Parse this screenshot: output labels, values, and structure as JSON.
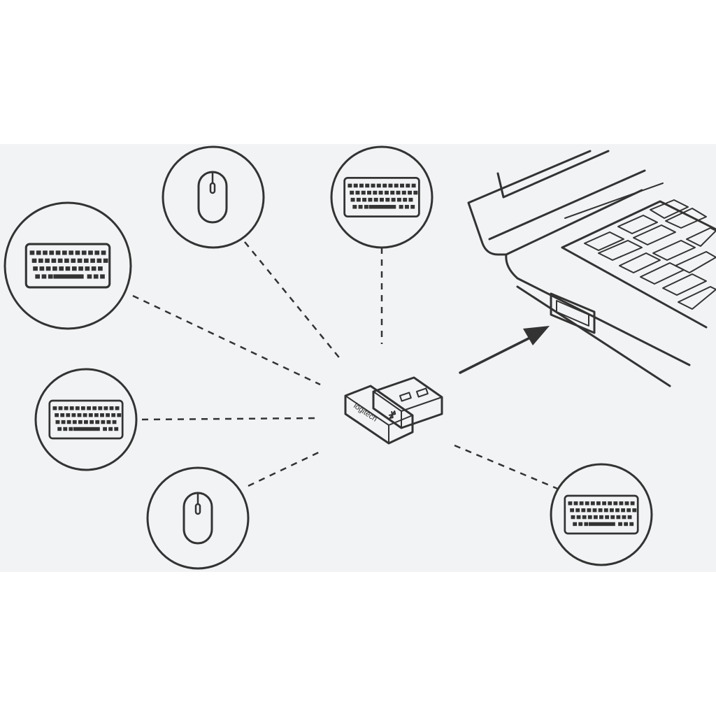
{
  "colors": {
    "background": "#ffffff",
    "panel": "#f2f3f5",
    "line": "#333333",
    "highlight": "#2ed9c6"
  },
  "receiver": {
    "brand_text": "logitech",
    "icon": "bluetooth-icon"
  },
  "devices": [
    {
      "name": "device-keyboard-highlighted",
      "icon": "keyboard-icon",
      "highlighted": true
    },
    {
      "name": "device-mouse-top",
      "icon": "mouse-icon",
      "highlighted": false
    },
    {
      "name": "device-keyboard-top",
      "icon": "keyboard-icon",
      "highlighted": false
    },
    {
      "name": "device-keyboard-left",
      "icon": "keyboard-icon",
      "highlighted": false
    },
    {
      "name": "device-mouse-bottom",
      "icon": "mouse-icon",
      "highlighted": false
    },
    {
      "name": "device-keyboard-right",
      "icon": "keyboard-icon",
      "highlighted": false
    }
  ],
  "laptop": {
    "icon": "laptop-icon",
    "port_icon": "usb-port-icon"
  },
  "arrow": {
    "icon": "arrow-right-icon"
  }
}
